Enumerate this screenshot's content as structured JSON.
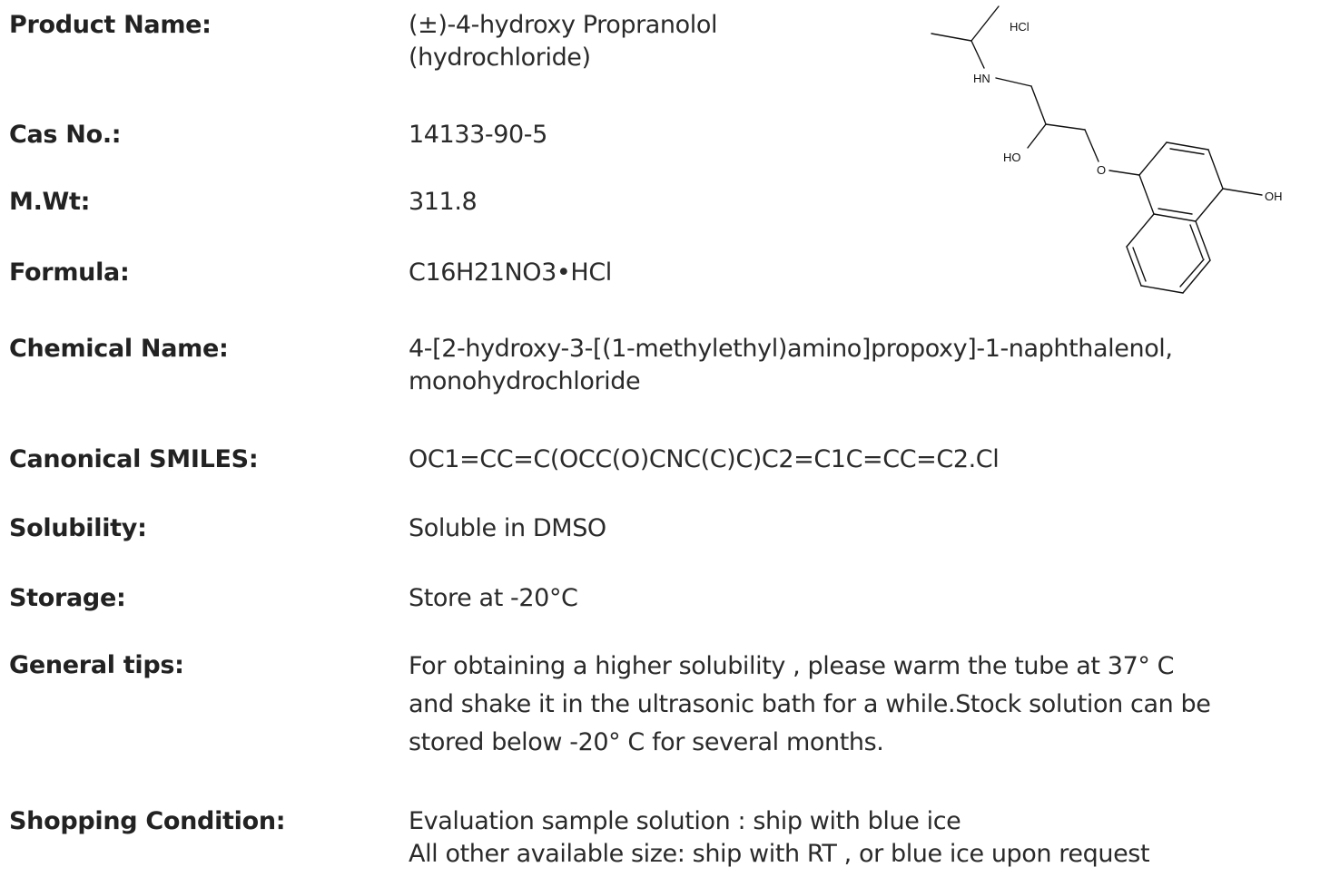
{
  "fields": {
    "product_name": {
      "label": "Product Name:",
      "lines": [
        "(±)-4-hydroxy Propranolol",
        "(hydrochloride)"
      ]
    },
    "cas_no": {
      "label": "Cas No.:",
      "value": "14133-90-5"
    },
    "mwt": {
      "label": "M.Wt:",
      "value": "311.8"
    },
    "formula": {
      "label": "Formula:",
      "value": "C16H21NO3•HCl"
    },
    "chemical_name": {
      "label": "Chemical Name:",
      "lines": [
        "4-[2-hydroxy-3-[(1-methylethyl)amino]propoxy]-1-naphthalenol,",
        "monohydrochloride"
      ]
    },
    "smiles": {
      "label": "Canonical SMILES:",
      "value": "OC1=CC=C(OCC(O)CNC(C)C)C2=C1C=CC=C2.Cl"
    },
    "solubility": {
      "label": "Solubility:",
      "value": "Soluble in DMSO"
    },
    "storage": {
      "label": "Storage:",
      "value": "Store at -20°C"
    },
    "general_tips": {
      "label": "General tips:",
      "lines": [
        "For obtaining a higher solubility , please warm the tube at 37°  C",
        "and shake it in the ultrasonic bath for a while.Stock solution can be",
        "stored below -20°  C for several months."
      ]
    },
    "shopping_condition": {
      "label": "Shopping Condition:",
      "lines": [
        "Evaluation sample solution : ship with blue ice",
        "All other available size: ship with RT , or blue ice upon request"
      ]
    }
  },
  "structure": {
    "atoms": {
      "hcl": "HCl",
      "hn": "HN",
      "ho": "HO",
      "o": "O",
      "oh": "OH"
    }
  }
}
